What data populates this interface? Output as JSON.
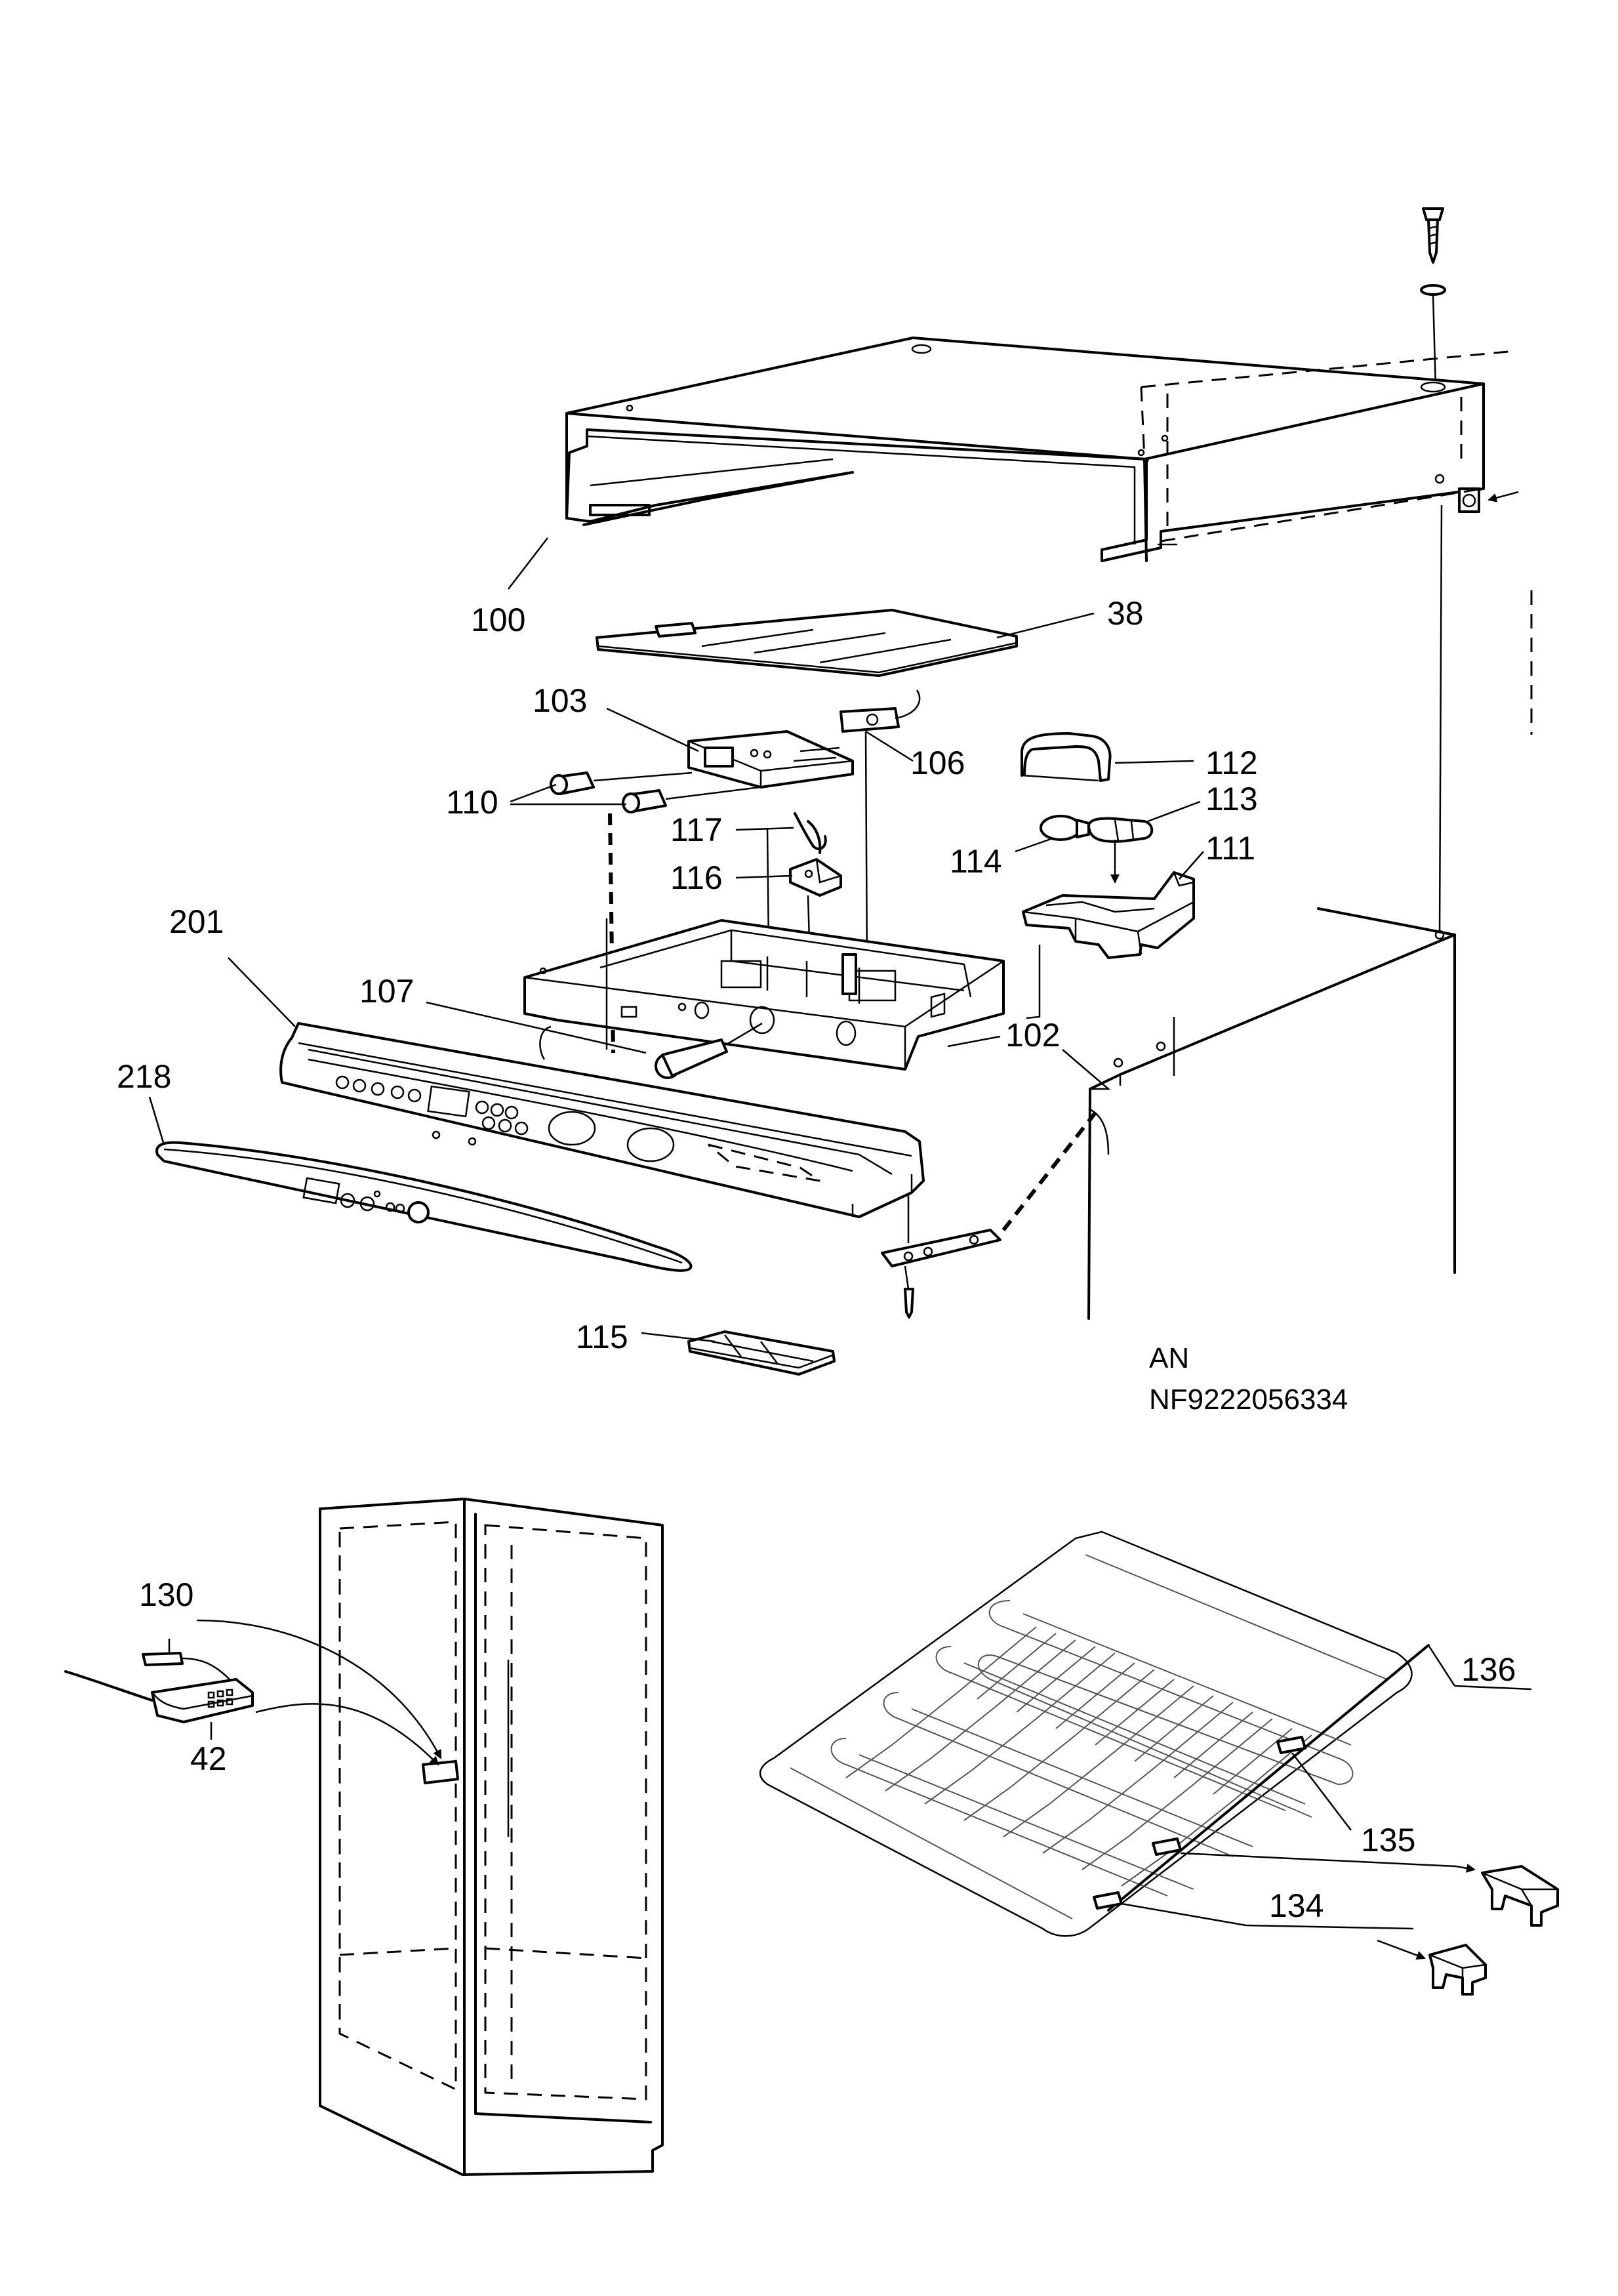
{
  "diagram": {
    "labels": {
      "p100": "100",
      "p38": "38",
      "p103": "103",
      "p106": "106",
      "p110": "110",
      "p117": "117",
      "p116": "116",
      "p112": "112",
      "p113": "113",
      "p114": "114",
      "p111": "111",
      "p201": "201",
      "p107": "107",
      "p102": "102",
      "p218": "218",
      "p115": "115",
      "p130": "130",
      "p42": "42",
      "p136": "136",
      "p135": "135",
      "p134": "134"
    },
    "caption_line1": "AN",
    "caption_line2": "NF9222056334"
  }
}
